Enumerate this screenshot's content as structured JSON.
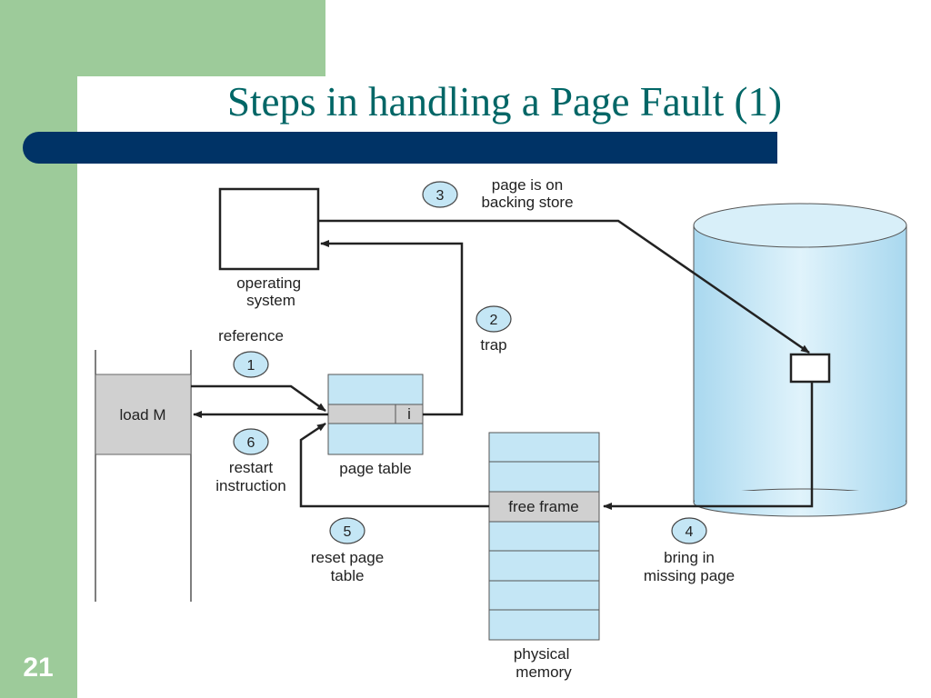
{
  "slide": {
    "title": "Steps in handling a Page Fault (1)",
    "number": "21"
  },
  "colors": {
    "green": "#9dcb9a",
    "navy": "#003366",
    "title_teal": "#006666",
    "light_blue": "#c4e6f5",
    "gray": "#d0d0d0"
  },
  "diagram": {
    "operating_system_label": [
      "operating",
      "system"
    ],
    "instruction": "load M",
    "page_table": {
      "label": "page table",
      "invalid_bit": "i"
    },
    "physical_memory": {
      "label": [
        "physical",
        "memory"
      ],
      "free_frame": "free frame"
    },
    "steps": [
      {
        "number": "1",
        "label": [
          "reference"
        ]
      },
      {
        "number": "2",
        "label": [
          "trap"
        ]
      },
      {
        "number": "3",
        "label": [
          "page is on",
          "backing store"
        ]
      },
      {
        "number": "4",
        "label": [
          "bring in",
          "missing page"
        ]
      },
      {
        "number": "5",
        "label": [
          "reset page",
          "table"
        ]
      },
      {
        "number": "6",
        "label": [
          "restart",
          "instruction"
        ]
      }
    ]
  }
}
